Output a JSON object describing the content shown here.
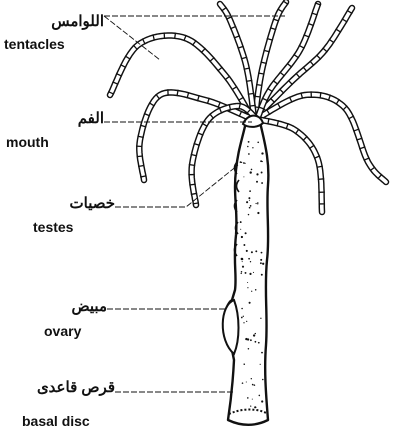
{
  "diagram": {
    "labels": {
      "tentacles": {
        "ar": "اللوامس",
        "en": "tentacles"
      },
      "mouth": {
        "ar": "الفم",
        "en": "mouth"
      },
      "testes": {
        "ar": "خصيات",
        "en": "testes"
      },
      "ovary": {
        "ar": "مبيض",
        "en": "ovary"
      },
      "basal_disc": {
        "ar": "قرص قاعدى",
        "en": "basal disc"
      }
    },
    "colors": {
      "ink": "#111111",
      "background": "#ffffff"
    }
  }
}
